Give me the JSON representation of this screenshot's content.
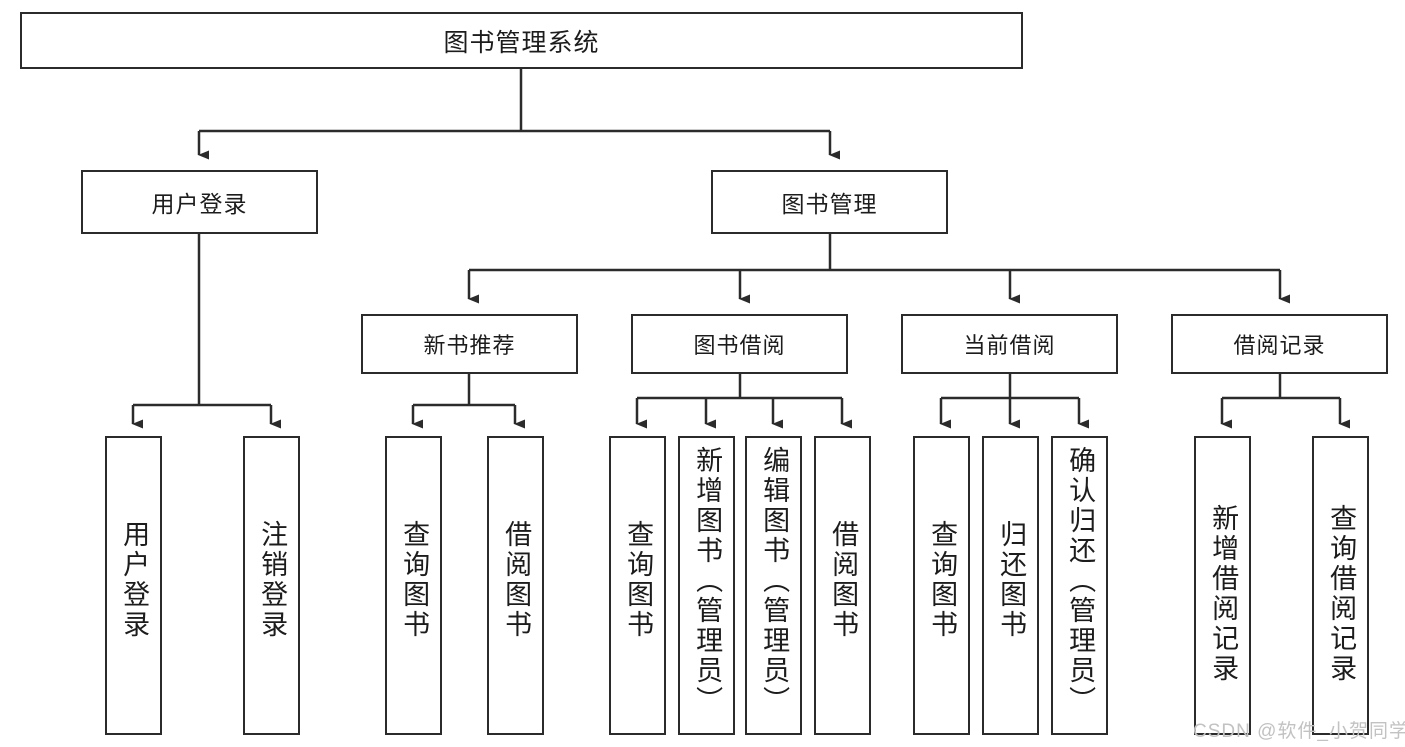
{
  "diagram": {
    "type": "tree-hierarchy",
    "title": "图书管理系统",
    "root": {
      "label": "图书管理系统"
    },
    "level2": [
      {
        "label": "用户登录"
      },
      {
        "label": "图书管理"
      }
    ],
    "level3": [
      {
        "label": "新书推荐"
      },
      {
        "label": "图书借阅"
      },
      {
        "label": "当前借阅"
      },
      {
        "label": "借阅记录"
      }
    ],
    "leaves": {
      "user_login": [
        {
          "label": "用户登录"
        },
        {
          "label": "注销登录"
        }
      ],
      "new_book_recommend": [
        {
          "label": "查询图书"
        },
        {
          "label": "借阅图书"
        }
      ],
      "book_borrow": [
        {
          "label": "查询图书"
        },
        {
          "label": "新增图书（管理员）"
        },
        {
          "label": "编辑图书（管理员）"
        },
        {
          "label": "借阅图书"
        }
      ],
      "current_borrow": [
        {
          "label": "查询图书"
        },
        {
          "label": "归还图书"
        },
        {
          "label": "确认归还（管理员）"
        }
      ],
      "borrow_record": [
        {
          "label": "新增借阅记录"
        },
        {
          "label": "查询借阅记录"
        }
      ]
    }
  },
  "watermark": {
    "text": "CSDN @软件_小贺同学"
  },
  "colors": {
    "border": "#2b2b2b",
    "text": "#1c1c1c",
    "background": "#ffffff",
    "watermark": "#c2c2c2"
  }
}
